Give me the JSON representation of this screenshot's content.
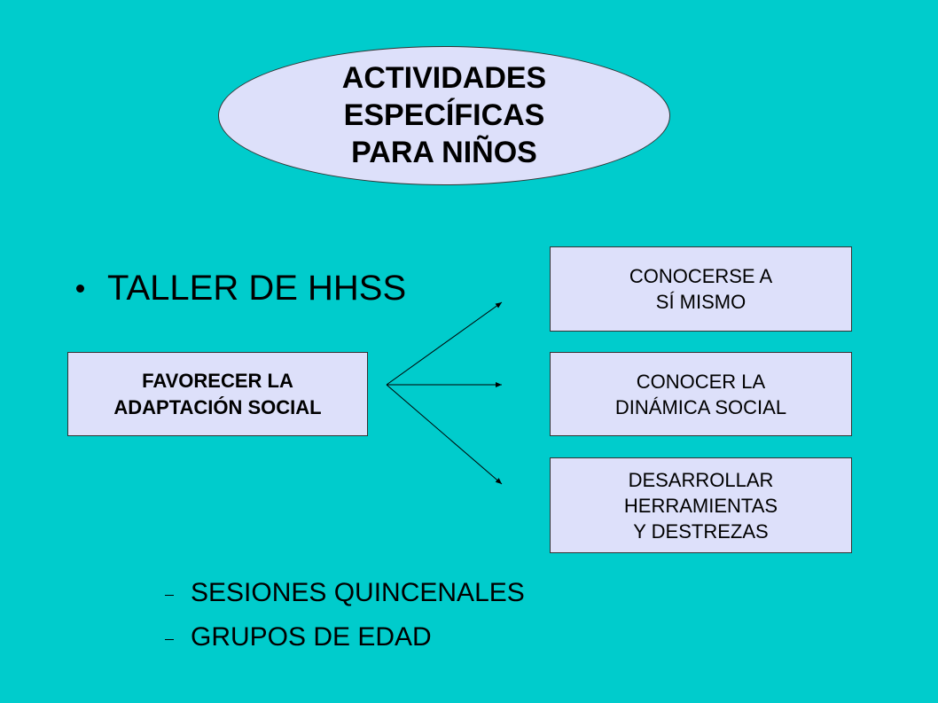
{
  "header": {
    "title": "ACTIVIDADES\nESPECÍFICAS\nPARA NIÑOS"
  },
  "bullet": {
    "text": "TALLER DE HHSS"
  },
  "left_box": {
    "label": "FAVORECER LA\nADAPTACIÓN SOCIAL"
  },
  "right_boxes": [
    {
      "label": "CONOCERSE A\nSÍ MISMO"
    },
    {
      "label": "CONOCER LA\nDINÁMICA SOCIAL"
    },
    {
      "label": "DESARROLLAR\nHERRAMIENTAS\nY DESTREZAS"
    }
  ],
  "sub_items": [
    {
      "label": "SESIONES QUINCENALES"
    },
    {
      "label": "GRUPOS DE EDAD"
    }
  ],
  "colors": {
    "background": "#00CCCC",
    "shape_fill": "#DDE0FA",
    "border": "#333333"
  }
}
